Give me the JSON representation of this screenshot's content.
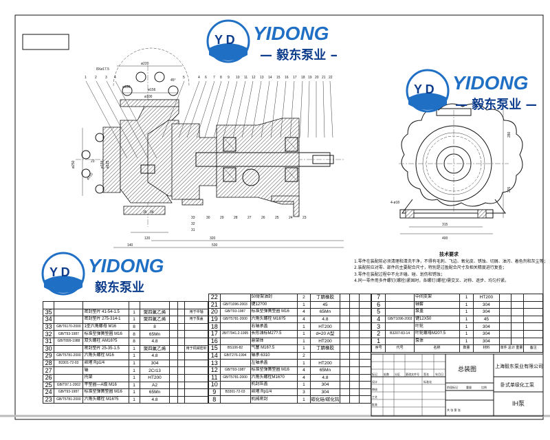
{
  "drawing": {
    "top_labels": [
      "1",
      "2",
      "3",
      "4",
      "5",
      "4",
      "6",
      "7",
      "8",
      "9",
      "10",
      "11",
      "12",
      "13",
      "14",
      "15",
      "16",
      "17",
      "18",
      "19",
      "20",
      "21",
      "22"
    ],
    "bottom_labels": [
      "35",
      "34",
      "33",
      "32",
      "31",
      "30",
      "29",
      "28",
      "27",
      "26",
      "25",
      "24",
      "23"
    ],
    "dims_front": {
      "d220": "ø220",
      "holes": "8Xø17.5",
      "d180": "ø180",
      "d156": "ø156",
      "d100": "ø100",
      "ang": "45°",
      "d250": "ø250",
      "d184": "ø184",
      "d210": "ø210",
      "d125": "ø125",
      "h23": "23",
      "w120": "120",
      "w140": "140",
      "w320": "320",
      "w530": "530"
    },
    "dims_side": {
      "h280": "280",
      "h225": "225",
      "holes": "4-ø18",
      "w315": "315",
      "w400": "400"
    }
  },
  "tech_requirements": {
    "title": "技术要求",
    "items": [
      "1.零件在装配前必须清理和清洗干净，不得有毛刺、飞边、氧化皮、锈蚀、切屑、油污、着色剂和灰尘等；",
      "2.装配前应对零、部件的主要配合尺寸，特别是过盈配合尺寸及相关精度进行复查；",
      "3.零件在装配过程中不允许磕、碰、划伤和锈蚀；",
      "4.同一零件用多件螺钉(螺栓)紧固时，各螺钉(螺栓)需交叉、对称、逐步、均匀拧紧。"
    ]
  },
  "bom_left": [
    {
      "no": "35",
      "code": "",
      "name": "密封垫片 41-54-1.5",
      "qty": "1",
      "mat": "聚四氟乙烯",
      "remark": "用于中轴"
    },
    {
      "no": "34",
      "code": "",
      "name": "密封垫片 275-314-1",
      "qty": "1",
      "mat": "聚四氟乙烯",
      "remark": "用于泵盖"
    },
    {
      "no": "33",
      "code": "GB/T6170-2000",
      "name": "1型六角螺母 M16",
      "qty": "8",
      "mat": "8",
      "remark": ""
    },
    {
      "no": "32",
      "code": "GB/T93-1987",
      "name": "标准型弹簧垫圈 M16",
      "qty": "8",
      "mat": "65Mn",
      "remark": ""
    },
    {
      "no": "31",
      "code": "GB/T899-1988",
      "name": "双头螺柱 AM16?5",
      "qty": "8",
      "mat": "4.8",
      "remark": ""
    },
    {
      "no": "30",
      "code": "",
      "name": "密封垫片 25-35-1.5",
      "qty": "1",
      "mat": "聚四氟乙烯",
      "remark": "用于机械密封"
    },
    {
      "no": "29",
      "code": "GB/T5781-2000",
      "name": "六角头螺栓 M16",
      "qty": "1",
      "mat": "4.8",
      "remark": ""
    },
    {
      "no": "28",
      "code": "B3301-72-03",
      "name": "丝堵 Rp1/4",
      "qty": "1",
      "mat": "304",
      "remark": ""
    },
    {
      "no": "27",
      "code": "",
      "name": "轴",
      "qty": "1",
      "mat": "2Cr13",
      "remark": ""
    },
    {
      "no": "26",
      "code": "",
      "name": "托架",
      "qty": "1",
      "mat": "HT200",
      "remark": ""
    },
    {
      "no": "25",
      "code": "GB/T97.1-2002",
      "name": "平垫圈—A级 M16",
      "qty": "1",
      "mat": "A2",
      "remark": ""
    },
    {
      "no": "24",
      "code": "GB/T93-1987",
      "name": "标准型弹簧垫圈 M16",
      "qty": "1",
      "mat": "65Mn",
      "remark": ""
    },
    {
      "no": "23",
      "code": "GB/T5781-2000",
      "name": "六角头螺栓 M16?5",
      "qty": "1",
      "mat": "4.8",
      "remark": ""
    }
  ],
  "bom_mid": [
    {
      "no": "22",
      "code": "",
      "name": "50骨架油封",
      "qty": "2",
      "mat": "丁腈橡胶"
    },
    {
      "no": "21",
      "code": "GB/T1096-2003",
      "name": "键12?00",
      "qty": "1",
      "mat": "45"
    },
    {
      "no": "20",
      "code": "GB/T93-1987",
      "name": "标准型弹簧垫圈 M16",
      "qty": "4",
      "mat": "65Mn"
    },
    {
      "no": "19",
      "code": "GB/T5781-2000",
      "name": "六角头螺栓 M16?5",
      "qty": "4",
      "mat": "4.8"
    },
    {
      "no": "18",
      "code": "",
      "name": "右轴承盖",
      "qty": "1",
      "mat": "HT200"
    },
    {
      "no": "17",
      "code": "JB/T7941.2-1995",
      "name": "长形油标M27?.5",
      "qty": "1",
      "mat": "d=20 A型"
    },
    {
      "no": "16",
      "code": "",
      "name": "悬架体",
      "qty": "1",
      "mat": "HT200"
    },
    {
      "no": "15",
      "code": "BS106-82",
      "name": "气塞 M16?.5",
      "qty": "1",
      "mat": "丁腈橡胶"
    },
    {
      "no": "14",
      "code": "GB/T276-1994",
      "name": "轴承 6310",
      "qty": "2",
      "mat": ""
    },
    {
      "no": "13",
      "code": "",
      "name": "左轴承盖",
      "qty": "1",
      "mat": "HT200"
    },
    {
      "no": "12",
      "code": "GB/T93-1987",
      "name": "标准型弹簧垫圈 M16",
      "qty": "4",
      "mat": "65Mn"
    },
    {
      "no": "11",
      "code": "GB/T5781-2000",
      "name": "六角头螺栓M16?0",
      "qty": "4",
      "mat": "4.8"
    },
    {
      "no": "10",
      "code": "",
      "name": "机封压盖",
      "qty": "1",
      "mat": "304"
    },
    {
      "no": "9",
      "code": "B3301-72-03",
      "name": "丝堵 Rp1/4",
      "qty": "3",
      "mat": "304"
    },
    {
      "no": "8",
      "code": "",
      "name": "机械密封",
      "qty": "1",
      "mat": "碳化硅/碳化钨"
    }
  ],
  "bom_right": [
    {
      "no": "7",
      "code": "",
      "name": "中间支架",
      "qty": "1",
      "mat": "HT200"
    },
    {
      "no": "6",
      "code": "",
      "name": "轴套",
      "qty": "1",
      "mat": "304"
    },
    {
      "no": "5",
      "code": "",
      "name": "泵盖",
      "qty": "1",
      "mat": "304"
    },
    {
      "no": "4",
      "code": "GB/T1096-2003",
      "name": "键12X50",
      "qty": "1",
      "mat": "45"
    },
    {
      "no": "3",
      "code": "",
      "name": "叶轮",
      "qty": "1",
      "mat": "304"
    },
    {
      "no": "2",
      "code": "B3207-83-14",
      "name": "叶轮螺母M20?.5",
      "qty": "1",
      "mat": "304"
    },
    {
      "no": "1",
      "code": "",
      "name": "泵体",
      "qty": "1",
      "mat": "304"
    }
  ],
  "bom_header": {
    "no": "序号",
    "code": "代号",
    "name": "名称",
    "qty": "数量",
    "mat": "材料",
    "weight": "单件 总计 重量",
    "remark": "备注"
  },
  "title_block": {
    "drawing_name": "总装图",
    "company": "上海毅东泵业有限公司",
    "product": "卧式单级化工泵",
    "model": "IH泵",
    "labels": {
      "mark": "标记",
      "count": "处数",
      "zone": "分区",
      "change_doc": "更改文件号",
      "sign": "签名",
      "date": "年月日",
      "design": "设计",
      "standard": "标准化",
      "check": "审核",
      "craft": "工艺",
      "approve": "批准",
      "stage": "阶段标记",
      "weight": "重量",
      "scale": "比例",
      "sheet": "共 张 第 张"
    }
  },
  "watermark": {
    "brand": "YIDONG",
    "logo": "YD",
    "cn": "毅东泵业"
  },
  "colors": {
    "line": "#111111",
    "watermark_blue": "#1f6fc5",
    "watermark_dark": "#0d3c8c"
  }
}
